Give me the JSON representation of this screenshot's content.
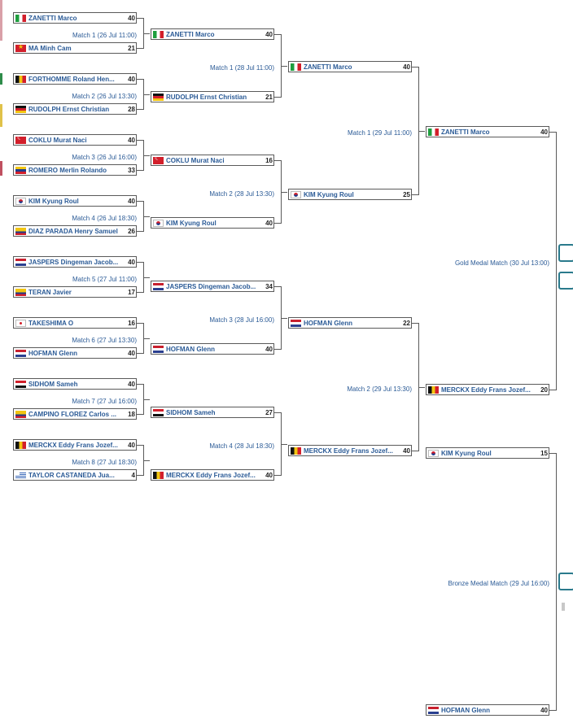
{
  "colors": {
    "link": "#2a5a96",
    "line": "#5a5a5a",
    "score": "#222222"
  },
  "round1": [
    {
      "label": "Match 1 (26 Jul 11:00)",
      "p1": {
        "name": "ZANETTI Marco",
        "flag": "it",
        "score": "40"
      },
      "p2": {
        "name": "MA Minh Cam",
        "flag": "vn",
        "score": "21"
      }
    },
    {
      "label": "Match 2 (26 Jul 13:30)",
      "p1": {
        "name": "FORTHOMME Roland Hen...",
        "flag": "be",
        "score": "40"
      },
      "p2": {
        "name": "RUDOLPH Ernst Christian",
        "flag": "de",
        "score": "28"
      }
    },
    {
      "label": "Match 3 (26 Jul 16:00)",
      "p1": {
        "name": "COKLU Murat Naci",
        "flag": "tr",
        "score": "40"
      },
      "p2": {
        "name": "ROMERO Merlin Rolando",
        "flag": "ve",
        "score": "33"
      }
    },
    {
      "label": "Match 4 (26 Jul 18:30)",
      "p1": {
        "name": "KIM Kyung Roul",
        "flag": "kr",
        "score": "40"
      },
      "p2": {
        "name": "DIAZ PARADA Henry Samuel",
        "flag": "co",
        "score": "26"
      }
    },
    {
      "label": "Match 5 (27 Jul 11:00)",
      "p1": {
        "name": "JASPERS Dingeman Jacob...",
        "flag": "nl",
        "score": "40"
      },
      "p2": {
        "name": "TERAN Javier",
        "flag": "co",
        "score": "17"
      }
    },
    {
      "label": "Match 6 (27 Jul 13:30)",
      "p1": {
        "name": "TAKESHIMA O",
        "flag": "jp",
        "score": "16"
      },
      "p2": {
        "name": "HOFMAN Glenn",
        "flag": "nl",
        "score": "40"
      }
    },
    {
      "label": "Match 7 (27 Jul 16:00)",
      "p1": {
        "name": "SIDHOM Sameh",
        "flag": "eg",
        "score": "40"
      },
      "p2": {
        "name": "CAMPINO FLOREZ Carlos ...",
        "flag": "co",
        "score": "18"
      }
    },
    {
      "label": "Match 8 (27 Jul 18:30)",
      "p1": {
        "name": "MERCKX Eddy Frans Jozef...",
        "flag": "be",
        "score": "40"
      },
      "p2": {
        "name": "TAYLOR CASTANEDA Jua...",
        "flag": "uy",
        "score": "4"
      }
    }
  ],
  "round2": [
    {
      "label": "Match 1 (28 Jul 11:00)",
      "p1": {
        "name": "ZANETTI Marco",
        "flag": "it",
        "score": "40"
      },
      "p2": {
        "name": "RUDOLPH Ernst Christian",
        "flag": "de",
        "score": "21"
      }
    },
    {
      "label": "Match 2 (28 Jul 13:30)",
      "p1": {
        "name": "COKLU Murat Naci",
        "flag": "tr",
        "score": "16"
      },
      "p2": {
        "name": "KIM Kyung Roul",
        "flag": "kr",
        "score": "40"
      }
    },
    {
      "label": "Match 3 (28 Jul 16:00)",
      "p1": {
        "name": "JASPERS Dingeman Jacob...",
        "flag": "nl",
        "score": "34"
      },
      "p2": {
        "name": "HOFMAN Glenn",
        "flag": "nl",
        "score": "40"
      }
    },
    {
      "label": "Match 4 (28 Jul 18:30)",
      "p1": {
        "name": "SIDHOM Sameh",
        "flag": "eg",
        "score": "27"
      },
      "p2": {
        "name": "MERCKX Eddy Frans Jozef...",
        "flag": "be",
        "score": "40"
      }
    }
  ],
  "round3": [
    {
      "label": "Match 1 (29 Jul 11:00)",
      "p1": {
        "name": "ZANETTI Marco",
        "flag": "it",
        "score": "40"
      },
      "p2": {
        "name": "KIM Kyung Roul",
        "flag": "kr",
        "score": "25"
      }
    },
    {
      "label": "Match 2 (29 Jul 13:30)",
      "p1": {
        "name": "HOFMAN Glenn",
        "flag": "nl",
        "score": "22"
      },
      "p2": {
        "name": "MERCKX Eddy Frans Jozef...",
        "flag": "be",
        "score": "40"
      }
    }
  ],
  "gold": {
    "label": "Gold Medal Match (30 Jul 13:00)",
    "p1": {
      "name": "ZANETTI Marco",
      "flag": "it",
      "score": "40"
    },
    "p2": {
      "name": "MERCKX Eddy Frans Jozef...",
      "flag": "be",
      "score": "20"
    }
  },
  "bronze": {
    "label": "Bronze Medal Match (29 Jul 16:00)",
    "p1": {
      "name": "KIM Kyung Roul",
      "flag": "kr",
      "score": "15"
    },
    "p2": {
      "name": "HOFMAN Glenn",
      "flag": "nl",
      "score": "40"
    }
  }
}
